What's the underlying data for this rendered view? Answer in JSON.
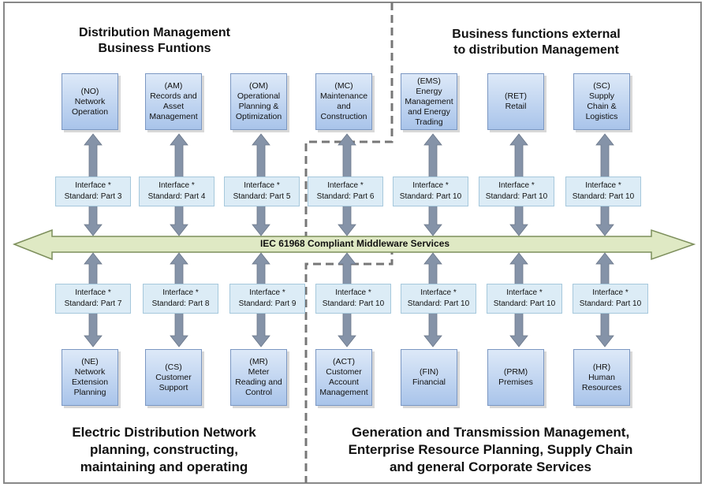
{
  "headings": {
    "top_left": "Distribution Management\nBusiness Funtions",
    "top_right": "Business functions external\nto distribution Management",
    "bottom_left": "Electric Distribution Network\nplanning, constructing,\nmaintaining and operating",
    "bottom_right": "Generation and Transmission Management,\nEnterprise Resource Planning, Supply Chain\nand general Corporate Services"
  },
  "middleware": {
    "label": "IEC 61968 Compliant Middleware Services"
  },
  "top_boxes": [
    "(NO)\nNetwork\nOperation",
    "(AM)\nRecords and\nAsset\nManagement",
    "(OM)\nOperational\nPlanning &\nOptimization",
    "(MC)\nMaintenance\nand\nConstruction",
    "(EMS)\nEnergy\nManagement\nand Energy\nTrading",
    "(RET)\nRetail",
    "(SC)\nSupply\nChain &\nLogistics"
  ],
  "top_interfaces": [
    "Interface *\nStandard: Part 3",
    "Interface *\nStandard: Part 4",
    "Interface *\nStandard: Part 5",
    "Interface *\nStandard: Part 6",
    "Interface *\nStandard: Part 10",
    "Interface *\nStandard: Part 10",
    "Interface *\nStandard: Part 10"
  ],
  "bottom_interfaces": [
    "Interface *\nStandard: Part 7",
    "Interface *\nStandard: Part 8",
    "Interface *\nStandard: Part 9",
    "Interface *\nStandard: Part 10",
    "Interface *\nStandard: Part 10",
    "Interface *\nStandard: Part 10",
    "Interface *\nStandard: Part 10"
  ],
  "bottom_boxes": [
    "(NE)\nNetwork\nExtension\nPlanning",
    "(CS)\nCustomer\nSupport",
    "(MR)\nMeter\nReading and\nControl",
    "(ACT)\nCustomer\nAccount\nManagement",
    "(FIN)\nFinancial",
    "(PRM)\nPremises",
    "(HR)\nHuman\nResources"
  ],
  "colors": {
    "arrow_fill": "#dfe9c4",
    "arrow_stroke": "#7d8f5c",
    "vertical_arrow": "#8593a8",
    "frame": "#888888",
    "dashed": "#777777"
  }
}
